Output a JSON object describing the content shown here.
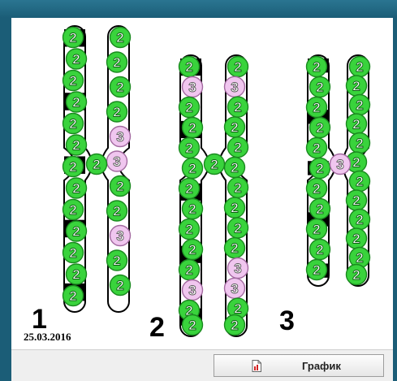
{
  "canvas": {
    "labels": [
      "1",
      "2",
      "3"
    ],
    "date": "25.03.2016"
  },
  "toolbar": {
    "graph_button_label": "График",
    "graph_button_icon": "document-chart-icon"
  },
  "chromosomes": [
    {
      "label": "1",
      "left_arm": [
        {
          "value": "2",
          "color": "green"
        },
        {
          "value": "2",
          "color": "green"
        },
        {
          "value": "2",
          "color": "green"
        },
        {
          "value": "2",
          "color": "green"
        },
        {
          "value": "2",
          "color": "green"
        },
        {
          "value": "2",
          "color": "green"
        },
        {
          "value": "2",
          "color": "green"
        },
        {
          "value": "2",
          "color": "green"
        },
        {
          "value": "2",
          "color": "green"
        },
        {
          "value": "2",
          "color": "green"
        },
        {
          "value": "2",
          "color": "green"
        },
        {
          "value": "2",
          "color": "green"
        },
        {
          "value": "2",
          "color": "green"
        }
      ],
      "centromere": {
        "value": "2",
        "color": "green"
      },
      "right_arm": [
        {
          "value": "2",
          "color": "green"
        },
        {
          "value": "2",
          "color": "green"
        },
        {
          "value": "2",
          "color": "green"
        },
        {
          "value": "2",
          "color": "green"
        },
        {
          "value": "3",
          "color": "pink"
        },
        {
          "value": "3",
          "color": "pink"
        },
        {
          "value": "2",
          "color": "green"
        },
        {
          "value": "2",
          "color": "green"
        },
        {
          "value": "3",
          "color": "pink"
        },
        {
          "value": "2",
          "color": "green"
        },
        {
          "value": "2",
          "color": "green"
        }
      ]
    },
    {
      "label": "2",
      "left_arm": [
        {
          "value": "2",
          "color": "green"
        },
        {
          "value": "3",
          "color": "pink"
        },
        {
          "value": "2",
          "color": "green"
        },
        {
          "value": "2",
          "color": "green"
        },
        {
          "value": "2",
          "color": "green"
        },
        {
          "value": "2",
          "color": "green"
        },
        {
          "value": "2",
          "color": "green"
        },
        {
          "value": "2",
          "color": "green"
        },
        {
          "value": "2",
          "color": "green"
        },
        {
          "value": "2",
          "color": "green"
        },
        {
          "value": "2",
          "color": "green"
        },
        {
          "value": "3",
          "color": "pink"
        },
        {
          "value": "2",
          "color": "green"
        },
        {
          "value": "2",
          "color": "green"
        }
      ],
      "centromere": {
        "value": "2",
        "color": "green"
      },
      "right_arm": [
        {
          "value": "2",
          "color": "green"
        },
        {
          "value": "3",
          "color": "pink"
        },
        {
          "value": "2",
          "color": "green"
        },
        {
          "value": "2",
          "color": "green"
        },
        {
          "value": "2",
          "color": "green"
        },
        {
          "value": "2",
          "color": "green"
        },
        {
          "value": "2",
          "color": "green"
        },
        {
          "value": "2",
          "color": "green"
        },
        {
          "value": "2",
          "color": "green"
        },
        {
          "value": "2",
          "color": "green"
        },
        {
          "value": "3",
          "color": "pink"
        },
        {
          "value": "3",
          "color": "pink"
        },
        {
          "value": "2",
          "color": "green"
        },
        {
          "value": "2",
          "color": "green"
        }
      ]
    },
    {
      "label": "3",
      "left_arm": [
        {
          "value": "2",
          "color": "green"
        },
        {
          "value": "2",
          "color": "green"
        },
        {
          "value": "2",
          "color": "green"
        },
        {
          "value": "2",
          "color": "green"
        },
        {
          "value": "2",
          "color": "green"
        },
        {
          "value": "2",
          "color": "green"
        },
        {
          "value": "2",
          "color": "green"
        },
        {
          "value": "2",
          "color": "green"
        },
        {
          "value": "2",
          "color": "green"
        },
        {
          "value": "2",
          "color": "green"
        },
        {
          "value": "2",
          "color": "green"
        }
      ],
      "centromere": {
        "value": "3",
        "color": "pink"
      },
      "right_arm": [
        {
          "value": "2",
          "color": "green"
        },
        {
          "value": "2",
          "color": "green"
        },
        {
          "value": "2",
          "color": "green"
        },
        {
          "value": "2",
          "color": "green"
        },
        {
          "value": "2",
          "color": "green"
        },
        {
          "value": "2",
          "color": "green"
        },
        {
          "value": "2",
          "color": "green"
        },
        {
          "value": "2",
          "color": "green"
        },
        {
          "value": "2",
          "color": "green"
        },
        {
          "value": "2",
          "color": "green"
        },
        {
          "value": "2",
          "color": "green"
        },
        {
          "value": "2",
          "color": "green"
        }
      ]
    }
  ],
  "colors": {
    "green_fill": "#39d33c",
    "green_edge": "#1a8a1f",
    "pink_fill": "#f0c6ef",
    "pink_edge": "#a36aa0",
    "band_black": "#000000",
    "window_frame": "#1b5d77"
  }
}
